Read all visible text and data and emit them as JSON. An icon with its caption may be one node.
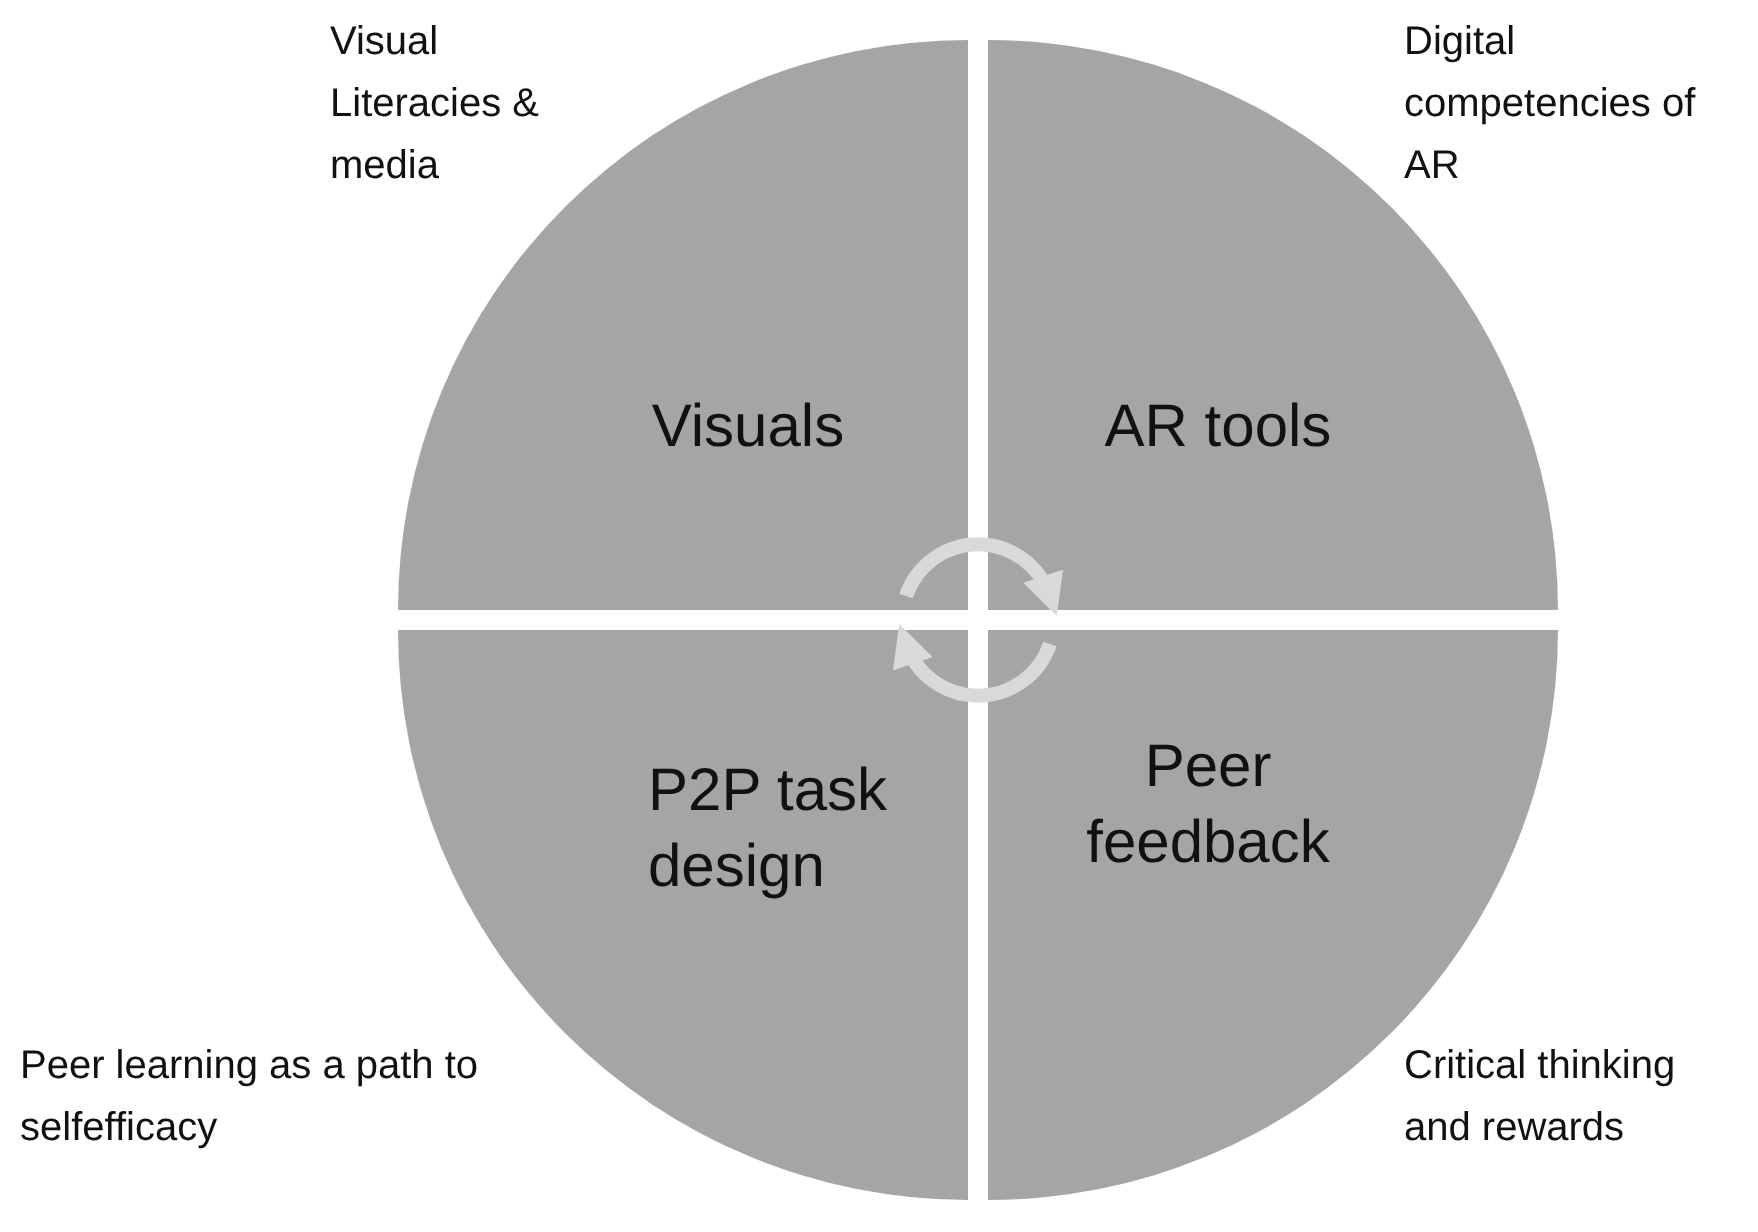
{
  "diagram": {
    "nodes": [
      {
        "text": [
          "Visuals"
        ],
        "beside": [
          "Visual Literacies & media"
        ]
      },
      {
        "text": [
          "AR tools"
        ],
        "beside": [
          "Digital competencies of AR"
        ]
      },
      {
        "text": [
          "P2P task design"
        ],
        "beside": [
          "Peer learning as a path to selfefficacy"
        ]
      },
      {
        "text": [
          "Peer feedback"
        ],
        "beside": [
          "Critical thinking and rewards"
        ]
      }
    ],
    "edges": [
      {
        "from": 0,
        "to": 1,
        "arrow": "to"
      },
      {
        "from": 3,
        "to": 2,
        "arrow": "to"
      }
    ]
  }
}
